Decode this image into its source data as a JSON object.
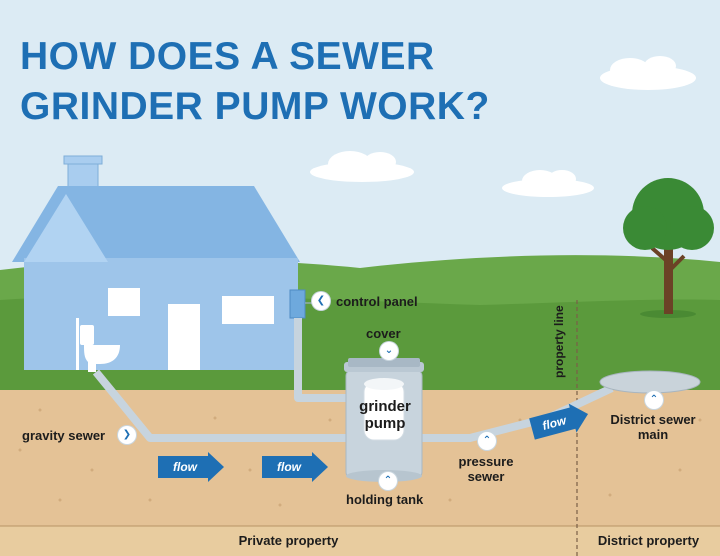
{
  "title": {
    "line1": "HOW DOES A SEWER",
    "line2": "GRINDER PUMP WORK?"
  },
  "labels": {
    "control_panel": "control panel",
    "cover": "cover",
    "grinder_pump_line1": "grinder",
    "grinder_pump_line2": "pump",
    "property_line": "property line",
    "gravity_sewer": "gravity sewer",
    "holding_tank": "holding tank",
    "pressure_sewer_line1": "pressure",
    "pressure_sewer_line2": "sewer",
    "district_sewer_main_line1": "District sewer",
    "district_sewer_main_line2": "main"
  },
  "flow_label": "flow",
  "footer": {
    "private": "Private property",
    "district": "District property"
  },
  "icons": {
    "badge_right": "chevron-right-icon",
    "badge_left": "chevron-left-icon",
    "badge_up": "chevron-up-icon",
    "badge_down": "chevron-down-icon"
  },
  "colors": {
    "sky": "#dcebf4",
    "title": "#1e6fb4",
    "house": "#9ec5ea",
    "grass": "#5b9a3c",
    "soil": "#e4c296",
    "pipe": "#c7d4de",
    "flow_arrow": "#1e6fb4",
    "tree": "#3a8a35"
  }
}
